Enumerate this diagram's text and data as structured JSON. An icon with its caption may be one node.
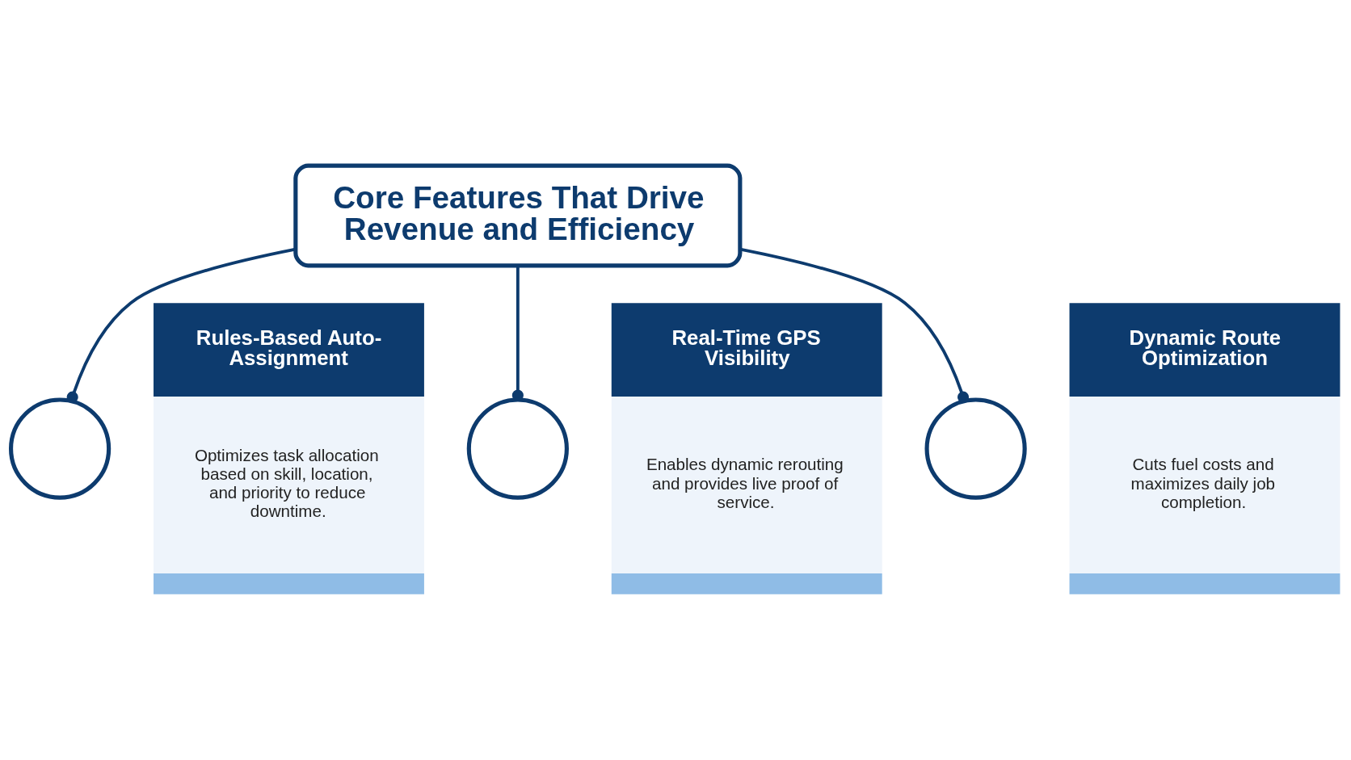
{
  "diagram": {
    "nodes": [
      {
        "text": [
          "Core Features That Drive Revenue and Efficiency"
        ]
      },
      {
        "text": [],
        "shape": "circle"
      },
      {
        "text": [
          "Rules-Based Auto-Assignment",
          "Optimizes task allocation based on skill, location, and priority to reduce downtime."
        ]
      },
      {
        "text": [],
        "shape": "circle"
      },
      {
        "text": [
          "Real-Time GPS Visibility",
          "Enables dynamic rerouting and provides live proof of service."
        ]
      },
      {
        "text": [],
        "shape": "circle"
      },
      {
        "text": [
          "Dynamic Route Optimization",
          "Cuts fuel costs and maximizes daily job completion."
        ]
      }
    ],
    "edges": [
      {
        "from": 0,
        "to": 1,
        "arrow": "other"
      },
      {
        "from": 0,
        "to": 3,
        "arrow": "other"
      },
      {
        "from": 0,
        "to": 5,
        "arrow": "other"
      }
    ]
  }
}
